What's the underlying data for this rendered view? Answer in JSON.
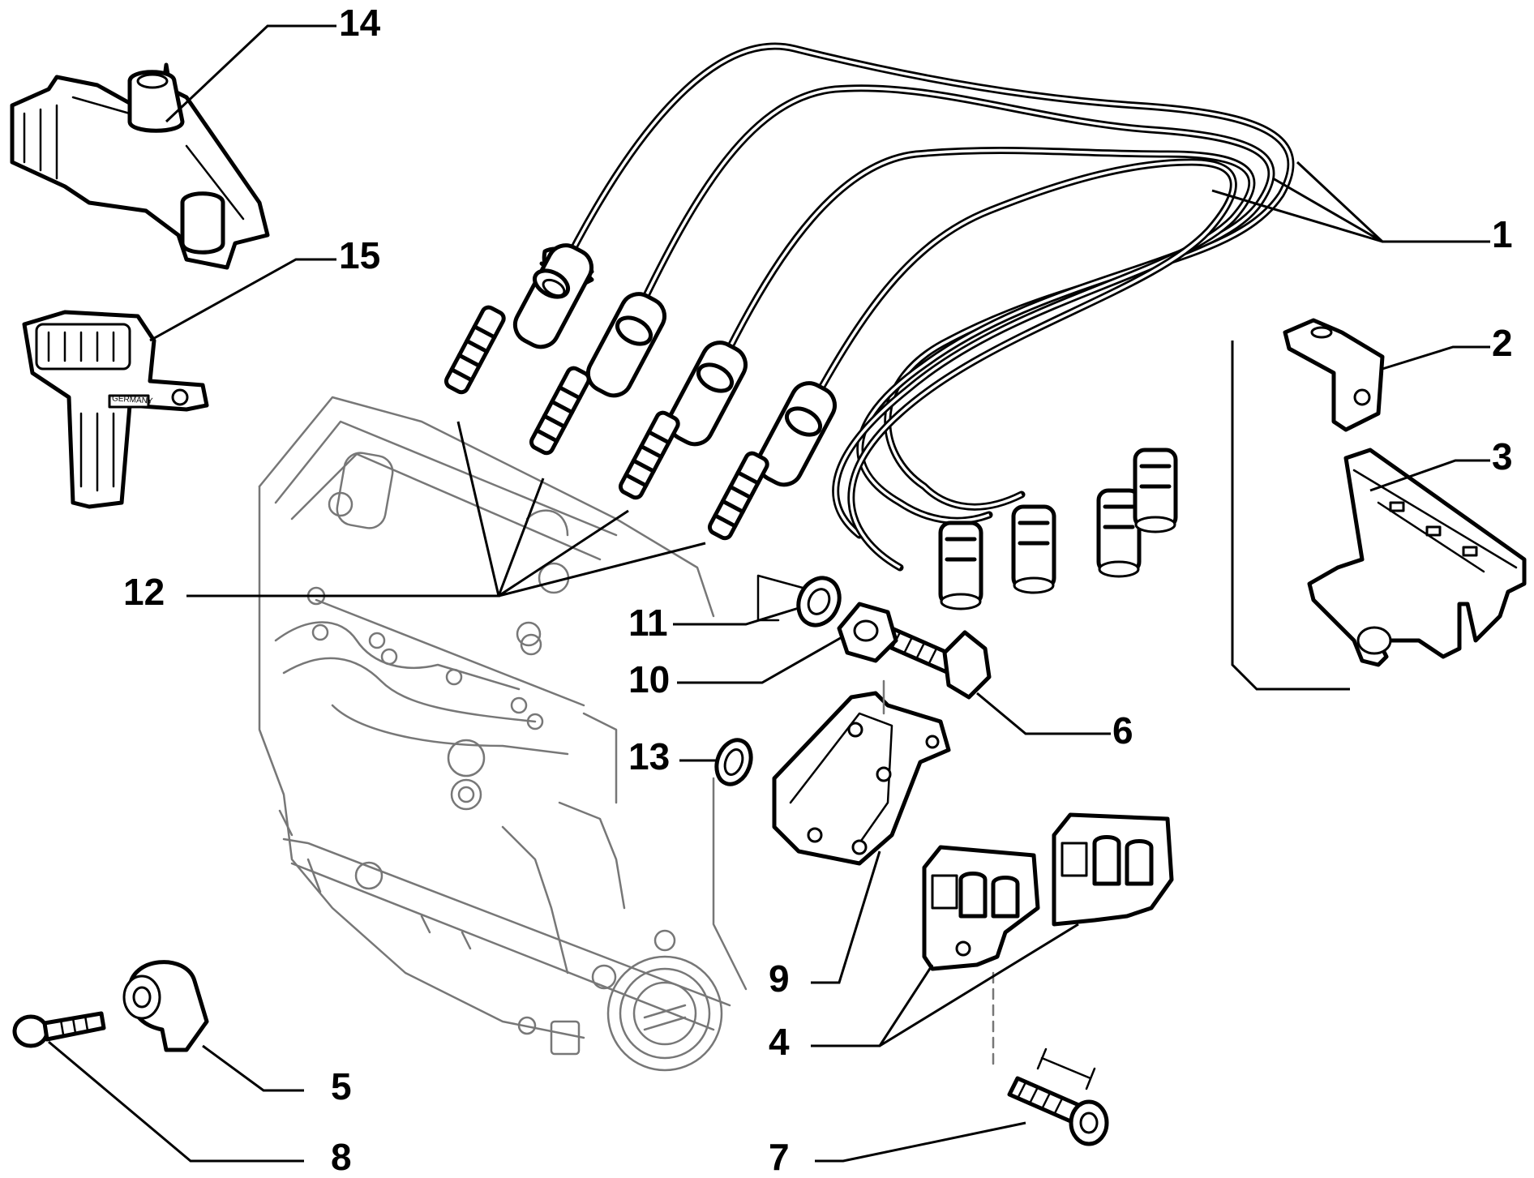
{
  "diagram": {
    "callouts": [
      {
        "id": "1",
        "label": "1"
      },
      {
        "id": "2",
        "label": "2"
      },
      {
        "id": "3",
        "label": "3"
      },
      {
        "id": "4",
        "label": "4"
      },
      {
        "id": "5",
        "label": "5"
      },
      {
        "id": "6",
        "label": "6"
      },
      {
        "id": "7",
        "label": "7"
      },
      {
        "id": "8",
        "label": "8"
      },
      {
        "id": "9",
        "label": "9"
      },
      {
        "id": "10",
        "label": "10"
      },
      {
        "id": "11",
        "label": "11"
      },
      {
        "id": "12",
        "label": "12"
      },
      {
        "id": "13",
        "label": "13"
      },
      {
        "id": "14",
        "label": "14"
      },
      {
        "id": "15",
        "label": "15"
      }
    ],
    "sensor_marking": "GERMANY"
  }
}
